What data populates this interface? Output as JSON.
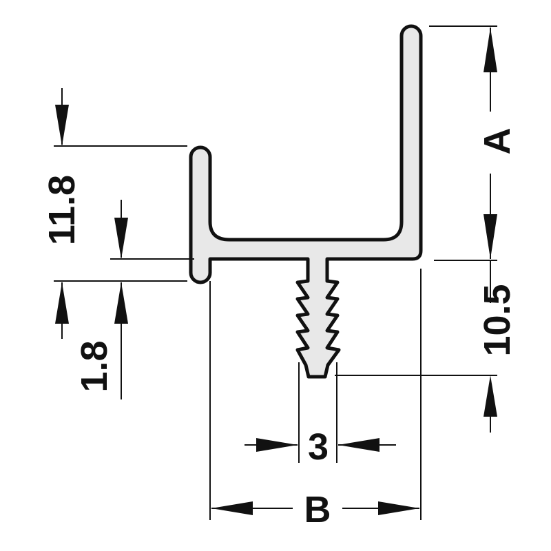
{
  "colors": {
    "line": "#111111",
    "profile_fill": "#e8e8e8",
    "background": "#ffffff"
  },
  "dimensions": {
    "a_label": "A",
    "b_label": "B",
    "flange_height": "11.8",
    "wall_thickness": "1.8",
    "stem_depth": "10.5",
    "stem_width": "3"
  }
}
